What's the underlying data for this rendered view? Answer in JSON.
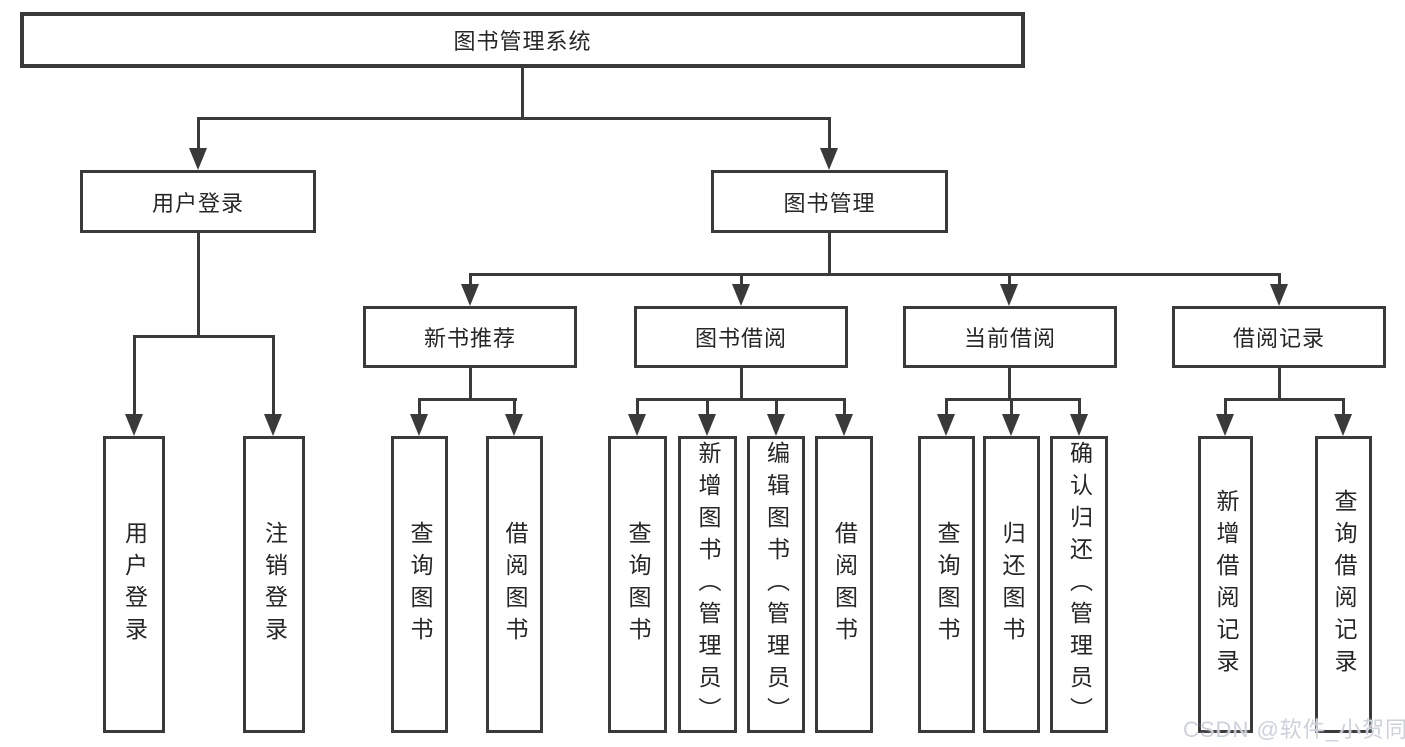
{
  "diagram": {
    "root": {
      "label": "图书管理系统"
    },
    "level2": {
      "user_login": {
        "label": "用户登录"
      },
      "book_mgmt": {
        "label": "图书管理"
      }
    },
    "level3": {
      "new_books": {
        "label": "新书推荐"
      },
      "borrow": {
        "label": "图书借阅"
      },
      "current": {
        "label": "当前借阅"
      },
      "records": {
        "label": "借阅记录"
      }
    },
    "leaves": {
      "login": [
        "用户登录",
        "注销登录"
      ],
      "new_books": [
        "查询图书",
        "借阅图书"
      ],
      "borrow": [
        "查询图书",
        "新增图书（管理员）",
        "编辑图书（管理员）",
        "借阅图书"
      ],
      "current": [
        "查询图书",
        "归还图书",
        "确认归还（管理员）"
      ],
      "records": [
        "新增借阅记录",
        "查询借阅记录"
      ]
    }
  },
  "watermark": "CSDN @软件_小贺同学",
  "colors": {
    "line": "#3a3a3a",
    "box_border": "#3a3a3a",
    "text": "#262626",
    "watermark": "#ccd2dd"
  }
}
